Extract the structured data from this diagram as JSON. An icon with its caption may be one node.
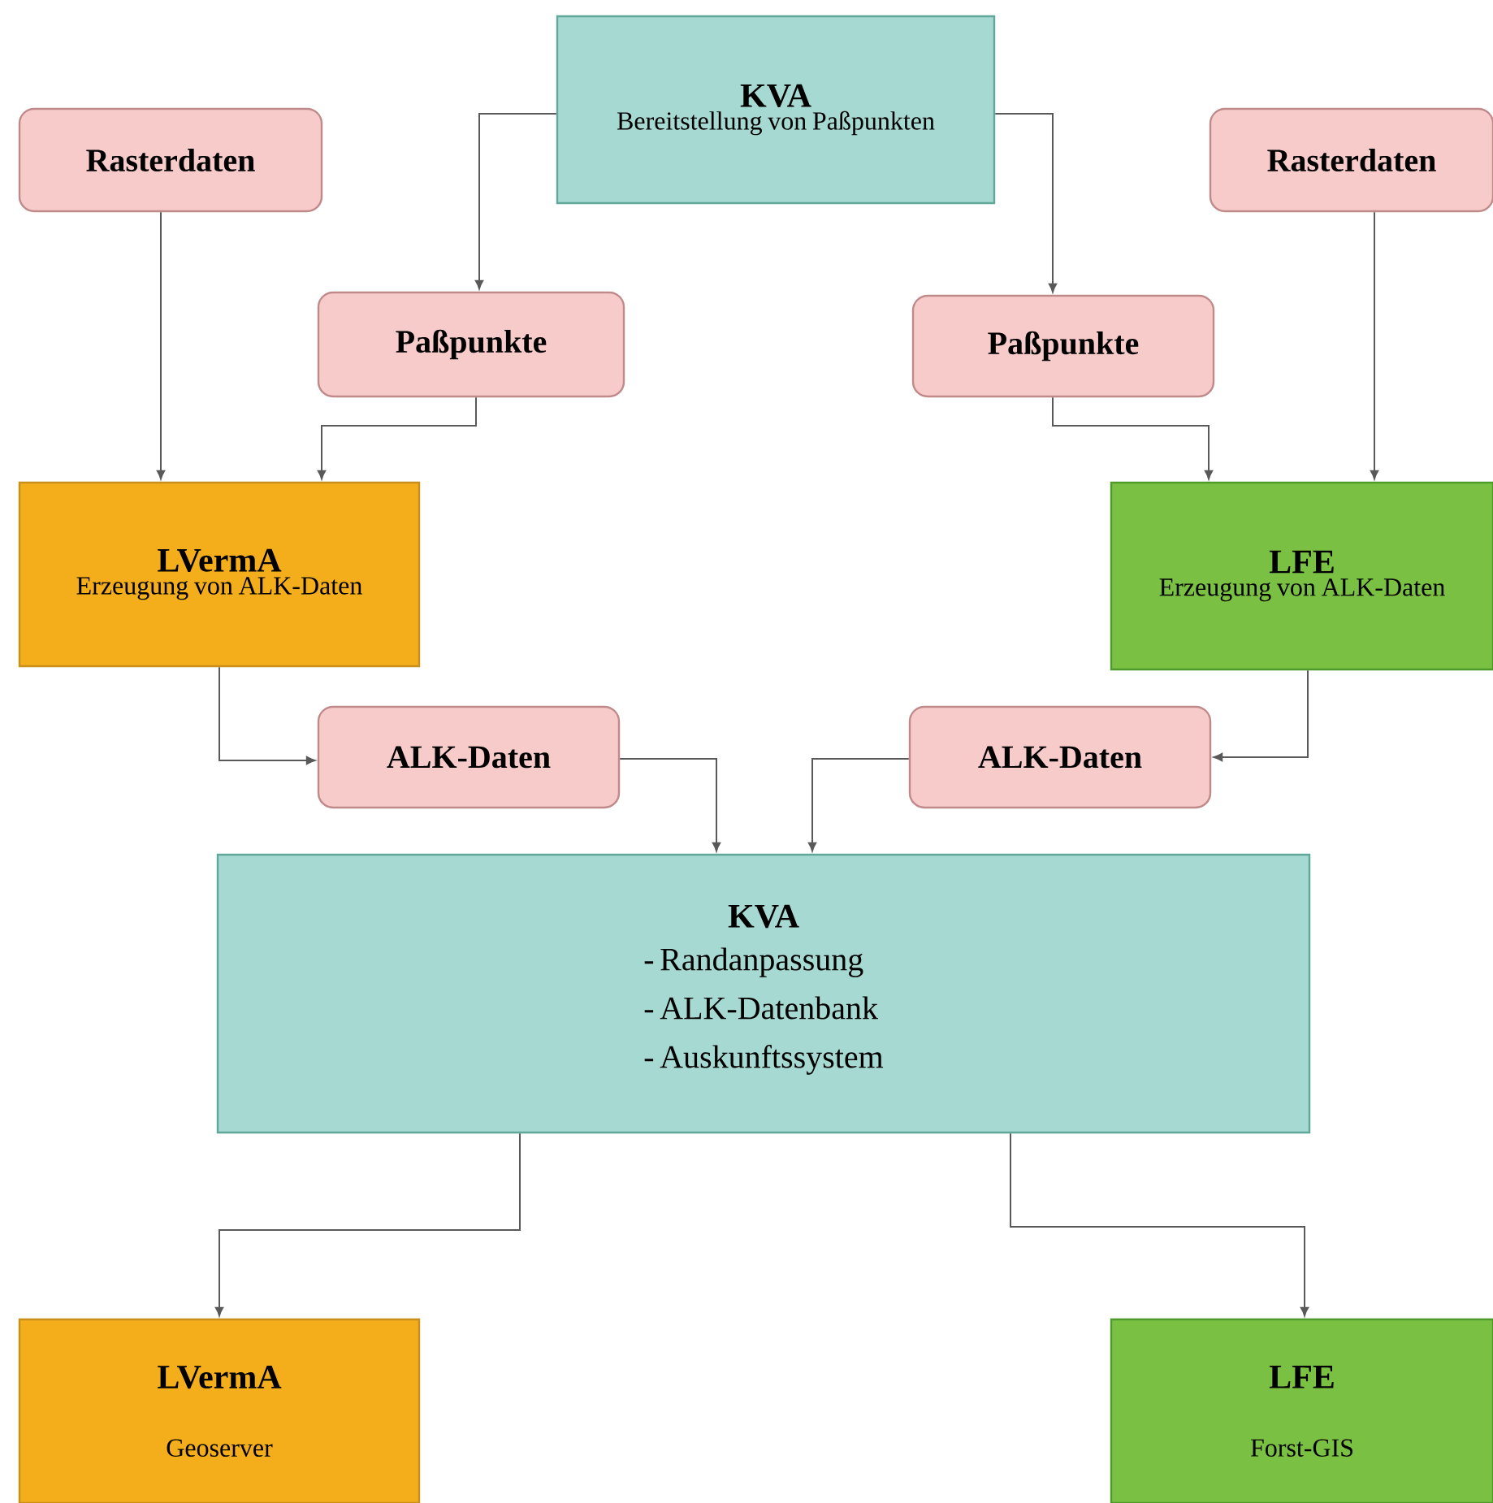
{
  "diagram": {
    "nodes": [
      {
        "text": [
          "KVA",
          "Bereitstellung von Paßpunkten"
        ]
      },
      {
        "text": [
          "Rasterdaten"
        ]
      },
      {
        "text": [
          "Rasterdaten"
        ]
      },
      {
        "text": [
          "Paßpunkte"
        ]
      },
      {
        "text": [
          "Paßpunkte"
        ]
      },
      {
        "text": [
          "LVermA",
          "Erzeugung von ALK-Daten"
        ]
      },
      {
        "text": [
          "LFE",
          "Erzeugung von ALK-Daten"
        ]
      },
      {
        "text": [
          "ALK-Daten"
        ]
      },
      {
        "text": [
          "ALK-Daten"
        ]
      },
      {
        "text": [
          "KVA",
          "- Randanpassung",
          "- ALK-Datenbank",
          "- Auskunftssystem"
        ]
      },
      {
        "text": [
          "LVermA",
          "Geoserver"
        ]
      },
      {
        "text": [
          "LFE",
          "Forst-GIS"
        ]
      }
    ],
    "edges": [
      {
        "from": 0,
        "to": 3,
        "arrow": "to"
      },
      {
        "from": 0,
        "to": 4,
        "arrow": "to"
      },
      {
        "from": 1,
        "to": 5,
        "arrow": "to"
      },
      {
        "from": 3,
        "to": 5,
        "arrow": "to"
      },
      {
        "from": 4,
        "to": 6,
        "arrow": "to"
      },
      {
        "from": 2,
        "to": 6,
        "arrow": "to"
      },
      {
        "from": 5,
        "to": 7,
        "arrow": "to"
      },
      {
        "from": 6,
        "to": 8,
        "arrow": "to"
      },
      {
        "from": 7,
        "to": 9,
        "arrow": "to"
      },
      {
        "from": 8,
        "to": 9,
        "arrow": "to"
      },
      {
        "from": 9,
        "to": 10,
        "arrow": "to"
      },
      {
        "from": 9,
        "to": 11,
        "arrow": "to"
      }
    ]
  }
}
